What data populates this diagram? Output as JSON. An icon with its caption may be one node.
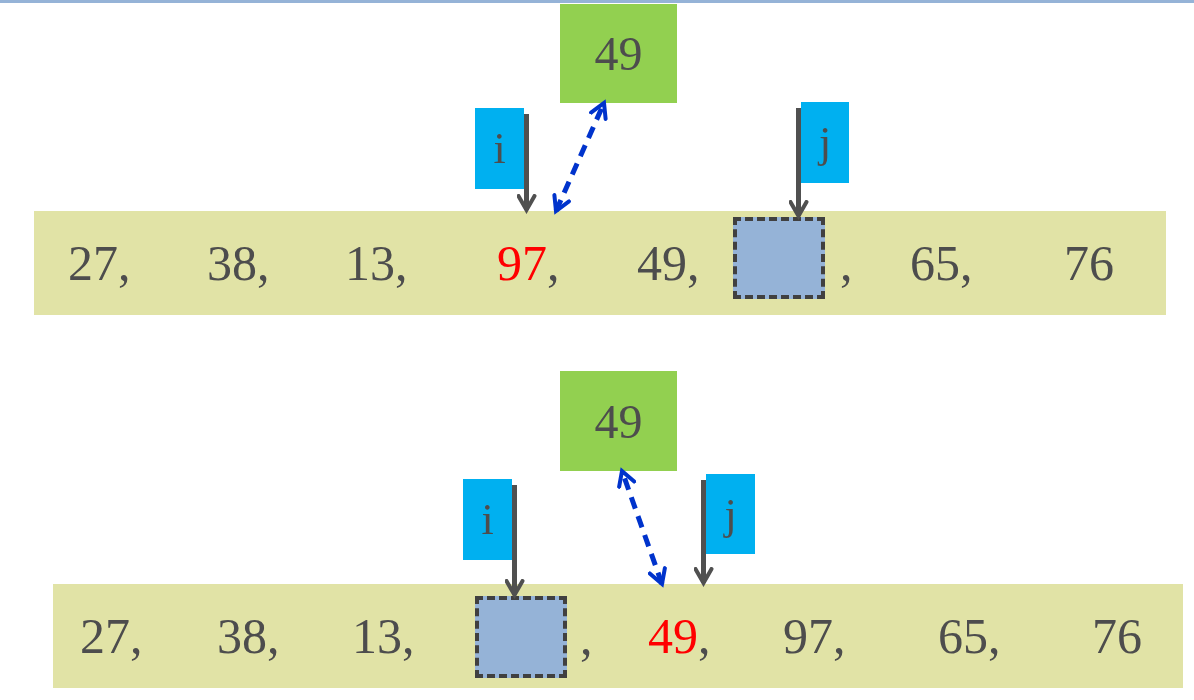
{
  "diagram": {
    "nodes": [
      {
        "text": [
          "49"
        ]
      },
      {
        "text": [
          "i"
        ]
      },
      {
        "text": [
          "j"
        ]
      },
      {
        "text": [],
        "shape": "bar"
      },
      {
        "text": [
          "27",
          ","
        ],
        "in": 3
      },
      {
        "text": [
          "38",
          ","
        ],
        "in": 3
      },
      {
        "text": [
          "13",
          ","
        ],
        "in": 3
      },
      {
        "text": [
          "97",
          ","
        ],
        "in": 3
      },
      {
        "text": [
          "49",
          ","
        ],
        "in": 3
      },
      {
        "text": [],
        "shape": "box",
        "in": 3
      },
      {
        "text": [
          "65",
          ","
        ],
        "in": 3
      },
      {
        "text": [
          "76"
        ],
        "in": 3
      },
      {
        "text": [
          "49"
        ]
      },
      {
        "text": [
          "i"
        ]
      },
      {
        "text": [
          "j"
        ]
      },
      {
        "text": [],
        "shape": "bar"
      },
      {
        "text": [
          "27",
          ","
        ],
        "in": 15
      },
      {
        "text": [
          "38",
          ","
        ],
        "in": 15
      },
      {
        "text": [
          "13",
          ","
        ],
        "in": 15
      },
      {
        "text": [],
        "shape": "box",
        "in": 15
      },
      {
        "text": [
          "49",
          ","
        ],
        "in": 15
      },
      {
        "text": [
          "97",
          ","
        ],
        "in": 15
      },
      {
        "text": [
          "65",
          ","
        ],
        "in": 15
      },
      {
        "text": [
          "76"
        ],
        "in": 15
      }
    ],
    "edges": [
      {
        "from": 1,
        "to": 7,
        "arrow": "to"
      },
      {
        "from": 7,
        "to": 0,
        "arrow": "both",
        "style": "dashed",
        "color": "#0033cc"
      },
      {
        "from": 2,
        "to": 9,
        "arrow": "to"
      },
      {
        "from": 13,
        "to": 19,
        "arrow": "to"
      },
      {
        "from": 20,
        "to": 12,
        "arrow": "both",
        "style": "dashed",
        "color": "#0033cc"
      },
      {
        "from": 14,
        "to": 20,
        "arrow": "to"
      }
    ],
    "labels": [
      ",",
      ","
    ]
  }
}
